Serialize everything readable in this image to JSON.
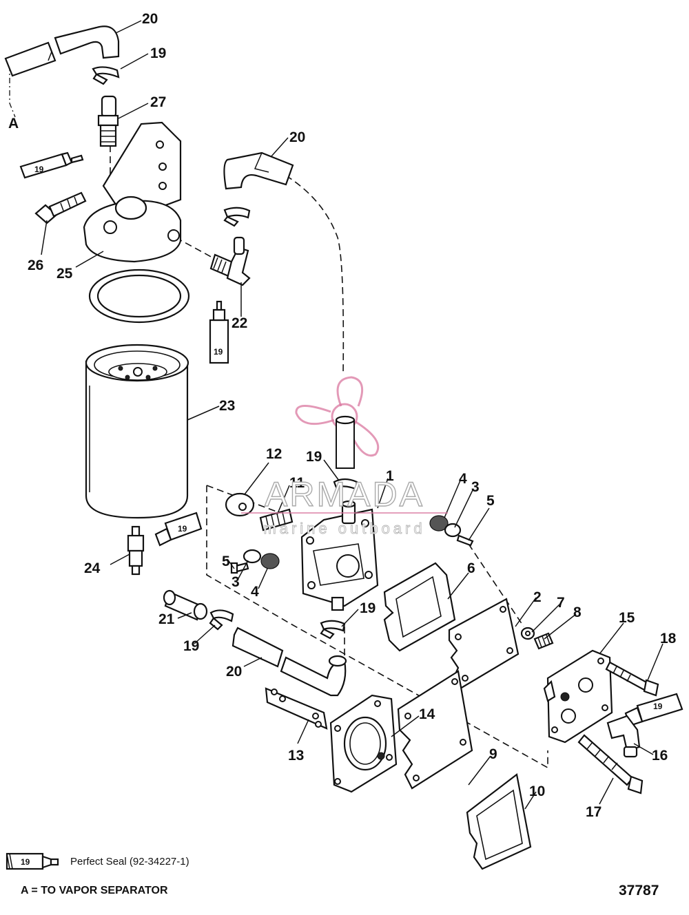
{
  "diagram": {
    "reference_number": "37787",
    "legend": {
      "tube_number": "19",
      "text": "Perfect Seal (92-34227-1)"
    },
    "footnote": "A = TO VAPOR SEPARATOR",
    "origin_marker": "A",
    "watermark": {
      "brand": "ARMADA",
      "tagline": "marine outboard",
      "accent_color": "#d9779f"
    }
  },
  "callouts": {
    "c20a": "20",
    "c19a": "19",
    "c27": "27",
    "c20b": "20",
    "c26": "26",
    "c25": "25",
    "c22": "22",
    "c23": "23",
    "c12": "12",
    "c19b": "19",
    "c1": "1",
    "c11": "11",
    "c4a": "4",
    "c3a": "3",
    "c5a": "5",
    "c24": "24",
    "c5b": "5",
    "c3b": "3",
    "c4b": "4",
    "c6": "6",
    "c19c": "19",
    "c21": "21",
    "c19d": "19",
    "c20c": "20",
    "c2": "2",
    "c7": "7",
    "c8": "8",
    "c15": "15",
    "c18": "18",
    "c14": "14",
    "c13": "13",
    "c9": "9",
    "c10": "10",
    "c16": "16",
    "c17": "17"
  },
  "sealant_tubes": [
    "19",
    "19",
    "19",
    "19"
  ]
}
